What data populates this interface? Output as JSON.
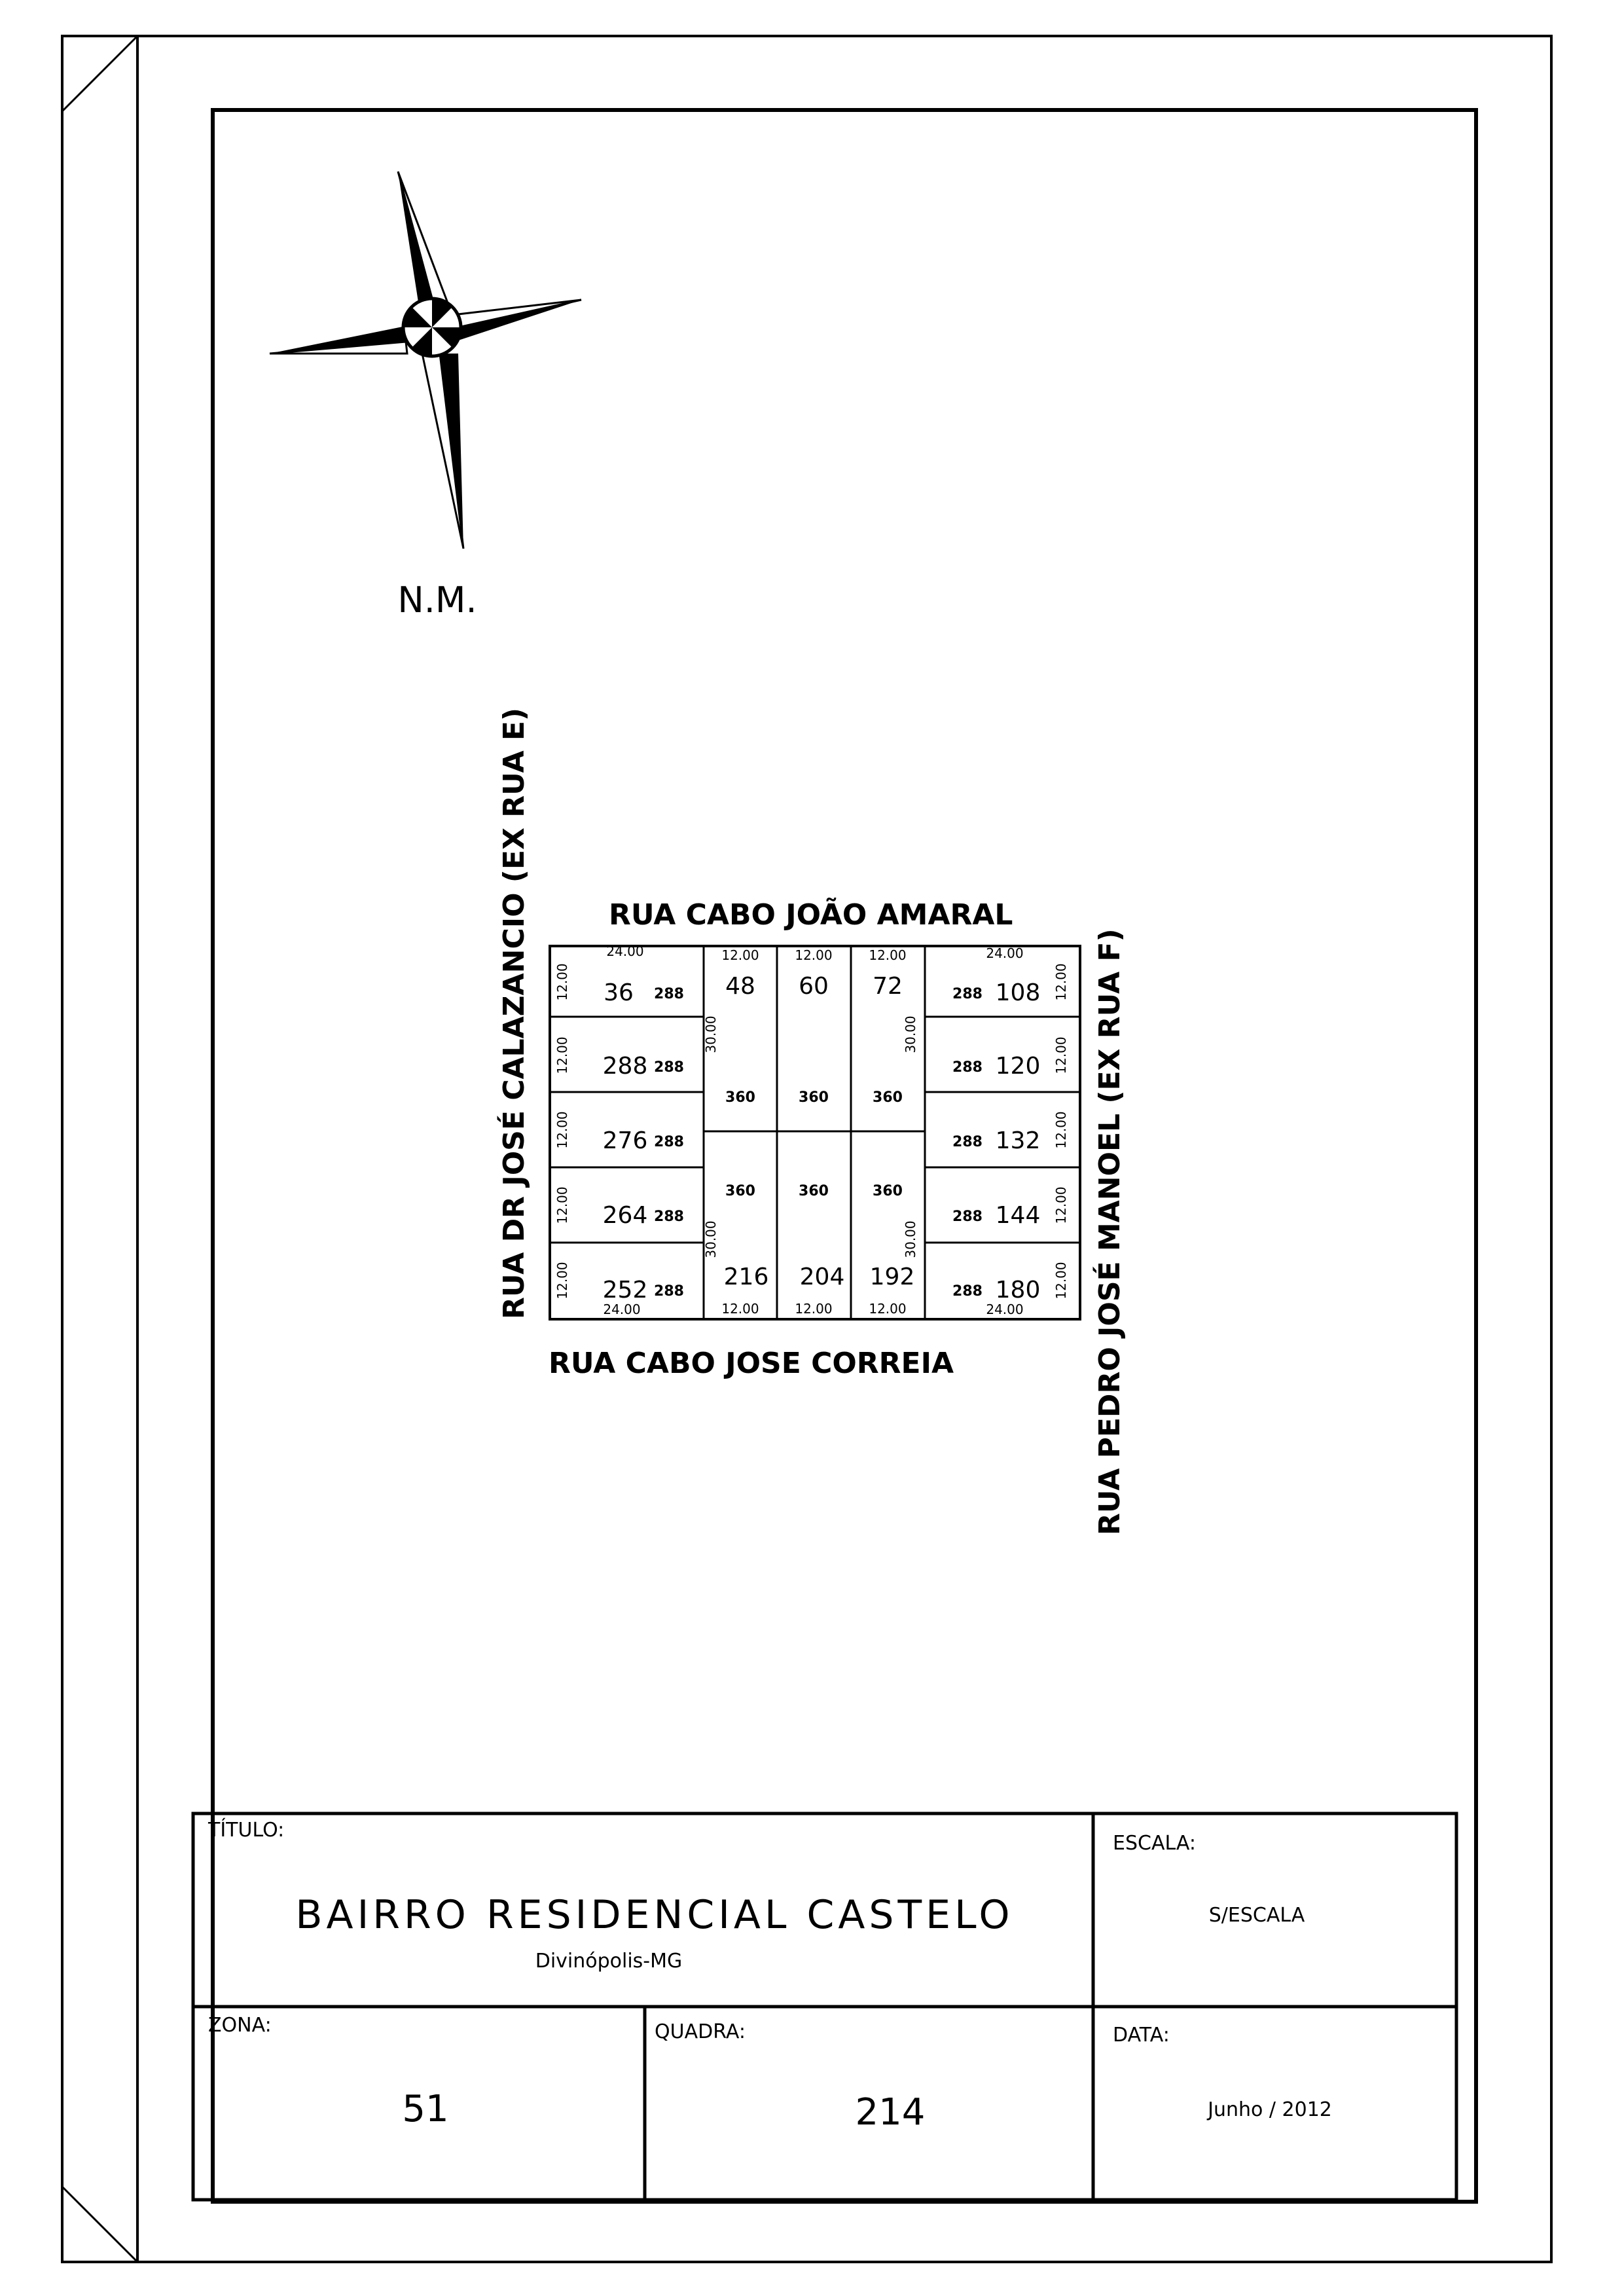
{
  "north": {
    "label": "N.M."
  },
  "streets": {
    "top": "RUA CABO JOÃO AMARAL",
    "bottom": "RUA CABO JOSE CORREIA",
    "left": "RUA DR JOSÉ CALAZANCIO (EX RUA E)",
    "right": "RUA PEDRO JOSÉ MANOEL (EX RUA F)"
  },
  "lots": {
    "l36": {
      "num": "36",
      "area": "288",
      "dim": "12.00",
      "top_dim": "24.00"
    },
    "l288": {
      "num": "288",
      "area": "288",
      "dim": "12.00"
    },
    "l276": {
      "num": "276",
      "area": "288",
      "dim": "12.00"
    },
    "l264": {
      "num": "264",
      "area": "288",
      "dim": "12.00"
    },
    "l252": {
      "num": "252",
      "area": "288",
      "dim": "12.00",
      "bottom_dim": "24.00"
    },
    "l48": {
      "num": "48",
      "area": "360",
      "dim": "12.00",
      "side_dim": "30.00"
    },
    "l60": {
      "num": "60",
      "area": "360",
      "dim": "12.00"
    },
    "l72": {
      "num": "72",
      "area": "360",
      "dim": "12.00",
      "side_dim": "30.00"
    },
    "l216": {
      "num": "216",
      "area": "360",
      "dim": "12.00",
      "side_dim": "30.00"
    },
    "l204": {
      "num": "204",
      "area": "360",
      "dim": "12.00"
    },
    "l192": {
      "num": "192",
      "area": "360",
      "dim": "12.00",
      "side_dim": "30.00"
    },
    "l108": {
      "num": "108",
      "area": "288",
      "dim": "12.00",
      "top_dim": "24.00"
    },
    "l120": {
      "num": "120",
      "area": "288",
      "dim": "12.00"
    },
    "l132": {
      "num": "132",
      "area": "288",
      "dim": "12.00"
    },
    "l144": {
      "num": "144",
      "area": "288",
      "dim": "12.00"
    },
    "l180": {
      "num": "180",
      "area": "288",
      "dim": "12.00",
      "bottom_dim": "24.00"
    }
  },
  "title_block": {
    "titulo_label": "TÍTULO:",
    "title": "BAIRRO RESIDENCIAL CASTELO",
    "subtitle": "Divinópolis-MG",
    "escala_label": "ESCALA:",
    "escala_value": "S/ESCALA",
    "zona_label": "ZONA:",
    "zona_value": "51",
    "quadra_label": "QUADRA:",
    "quadra_value": "214",
    "data_label": "DATA:",
    "data_value": "Junho / 2012"
  }
}
